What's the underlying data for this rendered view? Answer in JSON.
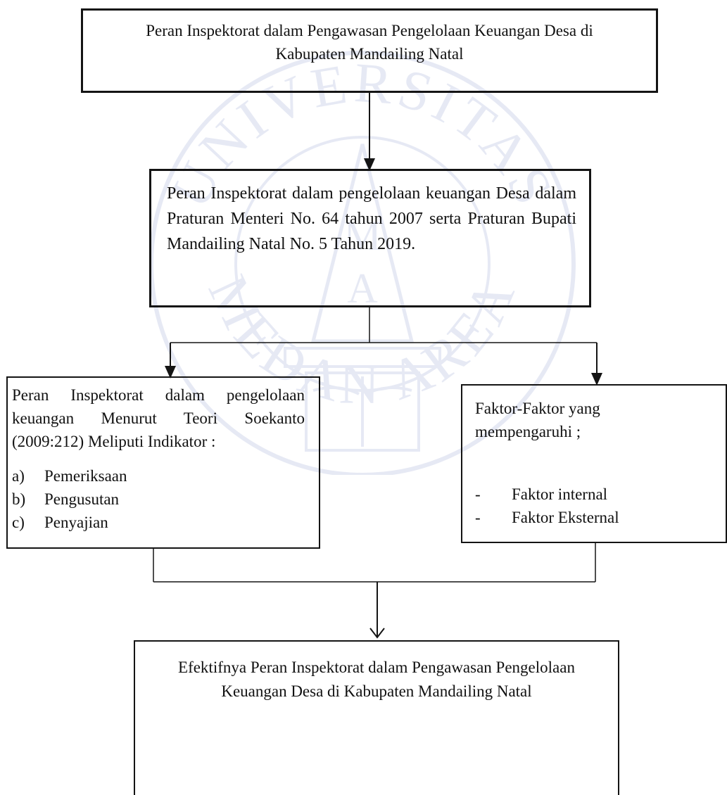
{
  "boxes": {
    "top": {
      "text": "Peran Inspektorat dalam Pengawasan Pengelolaan Keuangan Desa di Kabupaten Mandailing Natal"
    },
    "regulation": {
      "text": "Peran Inspektorat dalam pengelolaan keuangan Desa dalam Praturan Menteri No. 64 tahun 2007 serta Praturan Bupati Mandailing Natal No. 5 Tahun 2019."
    },
    "indicators": {
      "intro": "Peran Inspektorat dalam pengelolaan keuangan Menurut Teori Soekanto (2009:212) Meliputi Indikator :",
      "items": [
        {
          "marker": "a)",
          "label": "Pemeriksaan"
        },
        {
          "marker": "b)",
          "label": "Pengusutan"
        },
        {
          "marker": "c)",
          "label": "Penyajian"
        }
      ]
    },
    "factors": {
      "intro": "Faktor-Faktor yang mempengaruhi ;",
      "items": [
        {
          "marker": "-",
          "label": "Faktor internal"
        },
        {
          "marker": "-",
          "label": "Faktor Eksternal"
        }
      ]
    },
    "result": {
      "text": "Efektifnya Peran Inspektorat dalam Pengawasan Pengelolaan Keuangan Desa di Kabupaten Mandailing Natal"
    }
  },
  "colors": {
    "line": "#141414",
    "watermark": "#4a5fae"
  },
  "watermark": {
    "text_top": "UNIVERSITAS",
    "text_bottom": "MEDAN AREA",
    "letters": [
      "M",
      "A"
    ]
  }
}
